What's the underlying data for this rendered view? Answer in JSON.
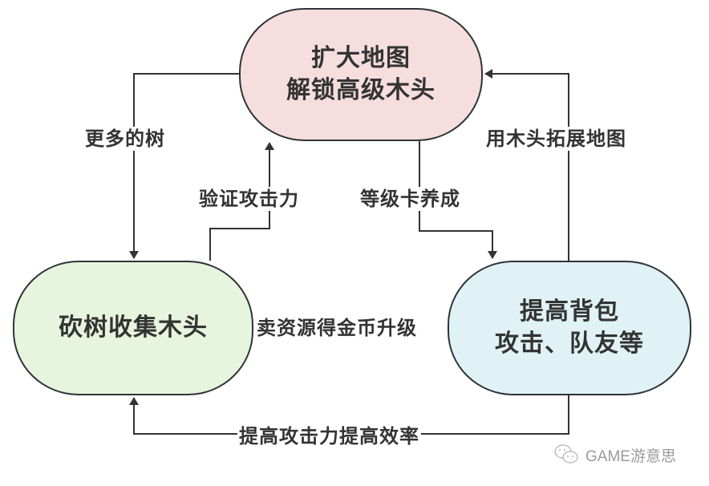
{
  "nodes": {
    "top": {
      "line1": "扩大地图",
      "line2": "解锁高级木头",
      "fill": "#f5dedd"
    },
    "left": {
      "text": "砍树收集木头",
      "fill": "#e8f5de"
    },
    "right": {
      "line1": "提高背包",
      "line2": "攻击、队友等",
      "fill": "#e0f2f5"
    }
  },
  "edges": {
    "top_to_left": "更多的树",
    "left_to_top": "验证攻击力",
    "top_to_right": "等级卡养成",
    "right_to_top": "用木头拓展地图",
    "left_to_right": "卖资源得金币升级",
    "right_to_left": "提高攻击力提高效率"
  },
  "colors": {
    "stroke": "#333333"
  },
  "watermark": {
    "icon": "wechat-icon",
    "text": "GAME游意思"
  }
}
